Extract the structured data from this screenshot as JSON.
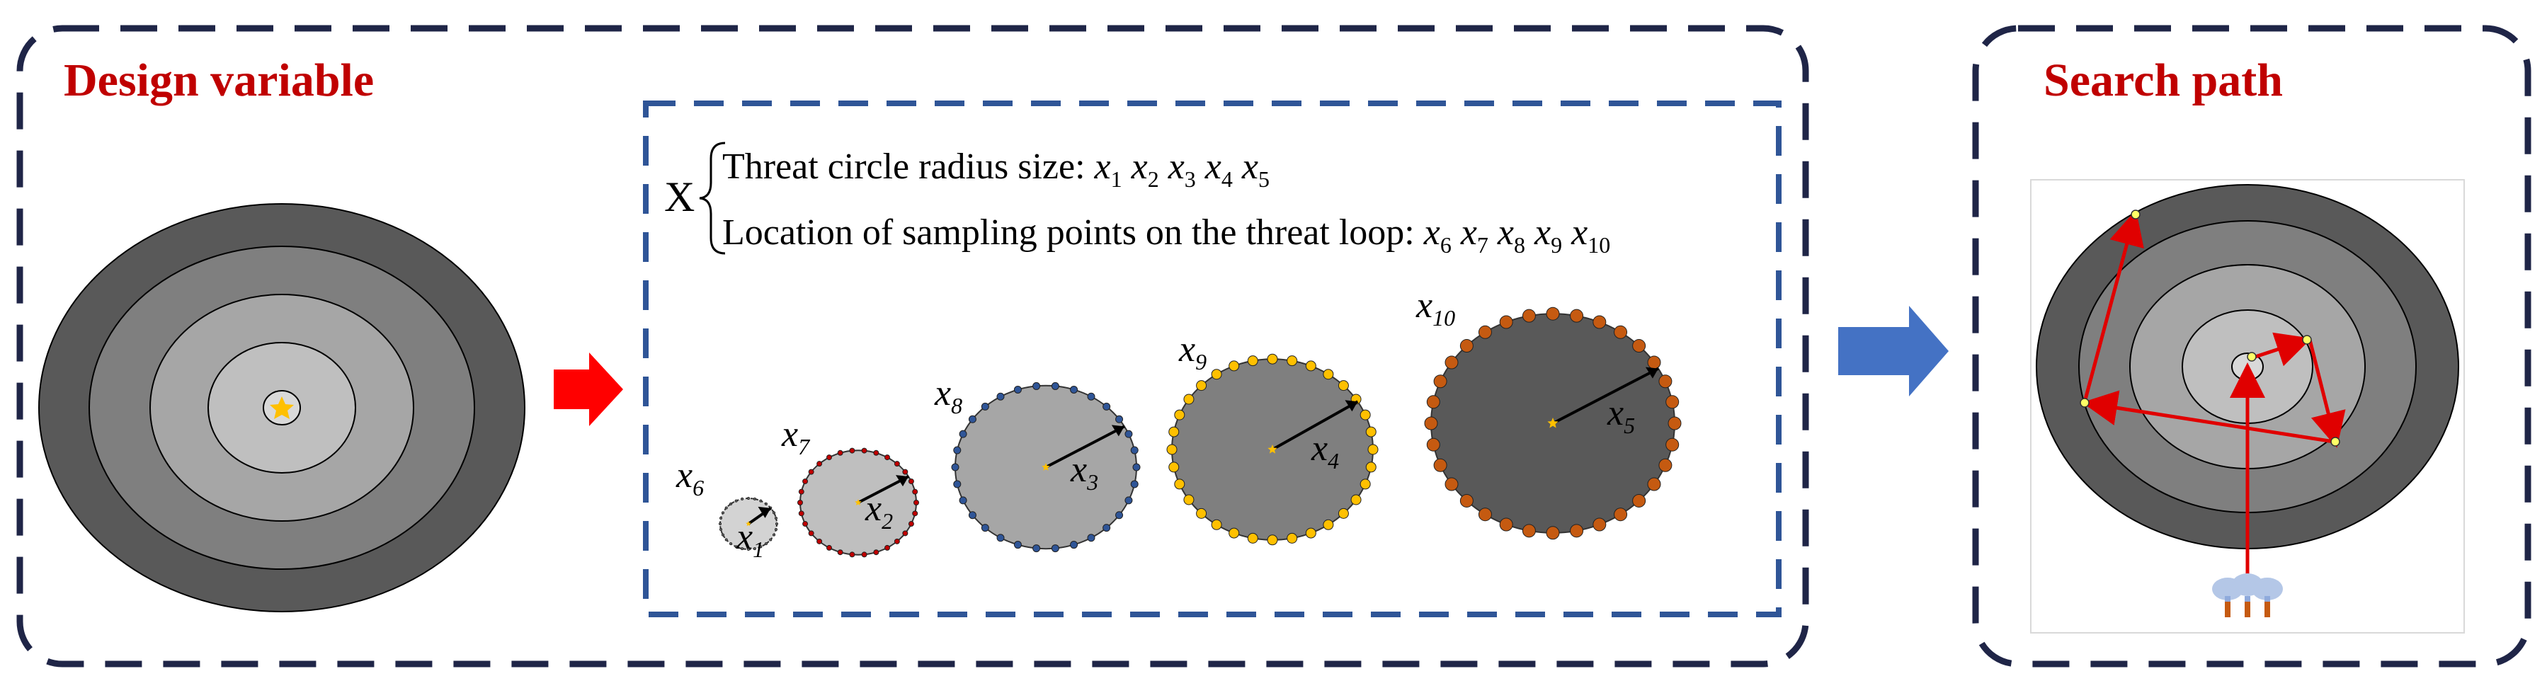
{
  "left_panel": {
    "title": "Design variable"
  },
  "right_panel": {
    "title": "Search path"
  },
  "variables": {
    "set_symbol": "X",
    "rows": [
      {
        "label": "Threat circle radius size:",
        "vars": [
          {
            "base": "x",
            "sub": "1"
          },
          {
            "base": "x",
            "sub": "2"
          },
          {
            "base": "x",
            "sub": "3"
          },
          {
            "base": "x",
            "sub": "4"
          },
          {
            "base": "x",
            "sub": "5"
          }
        ]
      },
      {
        "label": "Location of sampling points on the threat loop:",
        "vars": [
          {
            "base": "x",
            "sub": "6"
          },
          {
            "base": "x",
            "sub": "7"
          },
          {
            "base": "x",
            "sub": "8"
          },
          {
            "base": "x",
            "sub": "9"
          },
          {
            "base": "x",
            "sub": "10"
          }
        ]
      }
    ]
  },
  "threat_circles": [
    {
      "loop_label": {
        "base": "x",
        "sub": "6"
      },
      "radius_label": {
        "base": "x",
        "sub": "1"
      },
      "fill": "#d3d3d3",
      "dot_color": "#808080",
      "points": 28
    },
    {
      "loop_label": {
        "base": "x",
        "sub": "7"
      },
      "radius_label": {
        "base": "x",
        "sub": "2"
      },
      "fill": "#bfbfbf",
      "dot_color": "#c00000",
      "points": 30
    },
    {
      "loop_label": {
        "base": "x",
        "sub": "8"
      },
      "radius_label": {
        "base": "x",
        "sub": "3"
      },
      "fill": "#a6a6a6",
      "dot_color": "#2f5597",
      "points": 30
    },
    {
      "loop_label": {
        "base": "x",
        "sub": "9"
      },
      "radius_label": {
        "base": "x",
        "sub": "4"
      },
      "fill": "#7f7f7f",
      "dot_color": "#ffc000",
      "points": 32
    },
    {
      "loop_label": {
        "base": "x",
        "sub": "10"
      },
      "radius_label": {
        "base": "x",
        "sub": "5"
      },
      "fill": "#595959",
      "dot_color": "#c55a11",
      "points": 32
    }
  ],
  "colors": {
    "panel_border": "#1f2547",
    "inner_border": "#2f5597",
    "title": "#c00000",
    "ring_fills": [
      "#595959",
      "#7f7f7f",
      "#a6a6a6",
      "#bfbfbf",
      "#d9d9d9"
    ],
    "target": "#ffc000",
    "path": "#e00000",
    "arrow_red": "#ff0000",
    "arrow_blue": "#4472c4"
  }
}
